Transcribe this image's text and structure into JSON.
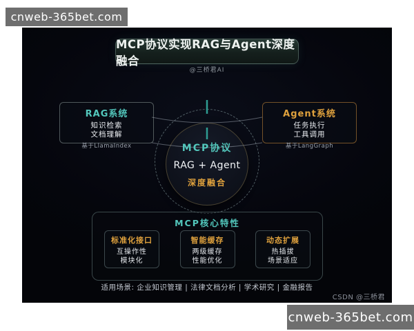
{
  "watermarks": {
    "top": "cnweb-365bet.com",
    "bottom": "cnweb-365bet.com"
  },
  "header": {
    "title": "MCP协议实现RAG与Agent深度融合",
    "byline": "@三桥君AI"
  },
  "rag": {
    "title": "RAG系统",
    "items": [
      "知识检索",
      "文档理解"
    ],
    "base": "基于LlamaIndex"
  },
  "agent": {
    "title": "Agent系统",
    "items": [
      "任务执行",
      "工具调用"
    ],
    "base": "基于LangGraph"
  },
  "core": {
    "protocol": "MCP协议",
    "combo": "RAG + Agent",
    "fusion": "深度融合"
  },
  "features": {
    "header": "MCP核心特性",
    "boxes": [
      {
        "title": "标准化接口",
        "items": [
          "互操作性",
          "模块化"
        ]
      },
      {
        "title": "智能缓存",
        "items": [
          "两级缓存",
          "性能优化"
        ]
      },
      {
        "title": "动态扩展",
        "items": [
          "热插拔",
          "场景适应"
        ]
      }
    ]
  },
  "footer": {
    "scenarios": "适用场景: 企业知识管理 | 法律文档分析 | 学术研究 | 金融报告",
    "credit": "CSDN @三桥君"
  },
  "colors": {
    "teal": "#53c7bc",
    "orange": "#dfa13d",
    "canvas_bg": "#05060d",
    "watermark_bg": "#6e6e6e",
    "dashed_circle": "#82989c",
    "connector_teal": "#2f9d93"
  }
}
